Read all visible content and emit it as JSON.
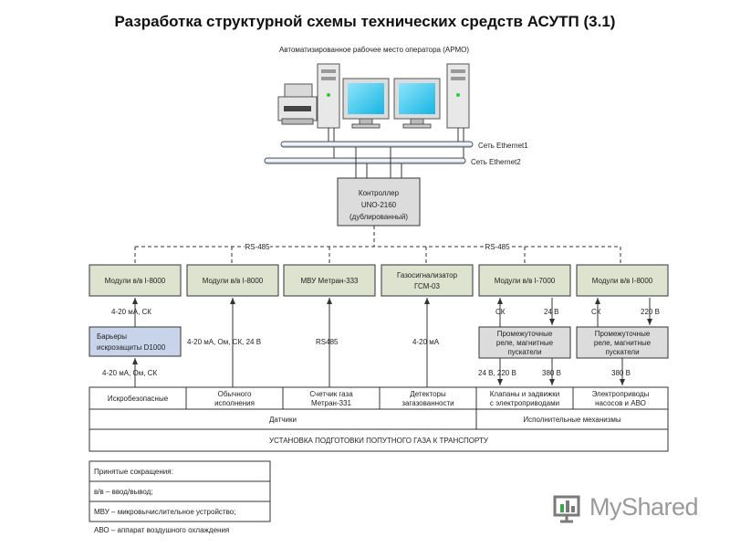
{
  "title": "Разработка структурной схемы технических средств АСУТП (3.1)",
  "operator_station": "Автоматизированное рабочее место оператора (АРМО)",
  "networks": {
    "ethernet1": "Сеть Ethernet1",
    "ethernet2": "Сеть Ethernet2"
  },
  "controller": [
    "Контроллер",
    "UNO-2160",
    "(дублированный)"
  ],
  "bus_labels": {
    "left": "RS-485",
    "right": "RS-485"
  },
  "modules": [
    "Модули в/в I-8000",
    "Модули в/в I-8000",
    "МВУ Метран-333",
    "Газосигнализатор",
    "ГСМ-03",
    "Модули в/в I-7000",
    "Модули в/в I-8000"
  ],
  "barrier": [
    "Барьеры",
    "искрозащиты D1000"
  ],
  "relays": {
    "left": [
      "Промежуточные",
      "реле, магнитные",
      "пускатели"
    ],
    "right": [
      "Промежуточные",
      "реле, магнитные",
      "пускатели"
    ]
  },
  "signals": {
    "s1": "4-20 мА, СК",
    "s2": "4-20 мА, Ом, СК, 24 В",
    "s3": "RS485",
    "s4": "4-20 мА",
    "s5": "4-20 мА, Ом, СК",
    "s6": "СК",
    "s7": "24 В",
    "s8": "СК",
    "s9": "220 В",
    "s10": "24 В, 220 В",
    "s11": "380 В",
    "s12": "380 В"
  },
  "devices": [
    [
      "Искробезопасные"
    ],
    [
      "Обычного",
      "исполнения"
    ],
    [
      "Счетчик газа",
      "Метран-331"
    ],
    [
      "Детекторы",
      "загазованности"
    ],
    [
      "Клапаны и задвижки",
      "с электроприводами"
    ],
    [
      "Электроприводы",
      "насосов и АВО"
    ]
  ],
  "groups": {
    "sensors": "Датчики",
    "actuators": "Исполнительные механизмы"
  },
  "plant": "УСТАНОВКА ПОДГОТОВКИ ПОПУТНОГО ГАЗА К ТРАНСПОРТУ",
  "legend": {
    "title": "Принятые сокращения:",
    "items": [
      "в/в – ввод/вывод;",
      "МВУ – микровычислительное устройство;",
      "АВО – аппарат воздушного охлаждения"
    ]
  },
  "logo_text": "MyShared",
  "icons": [
    "printer-icon",
    "computer-tower-icon",
    "monitor-icon",
    "logo-icon"
  ],
  "colors": {
    "module_fill": "#dde3cf",
    "controller_fill": "#dcdcdc",
    "barrier_fill": "#c8d4ea",
    "screen": "#2ec6ee"
  }
}
